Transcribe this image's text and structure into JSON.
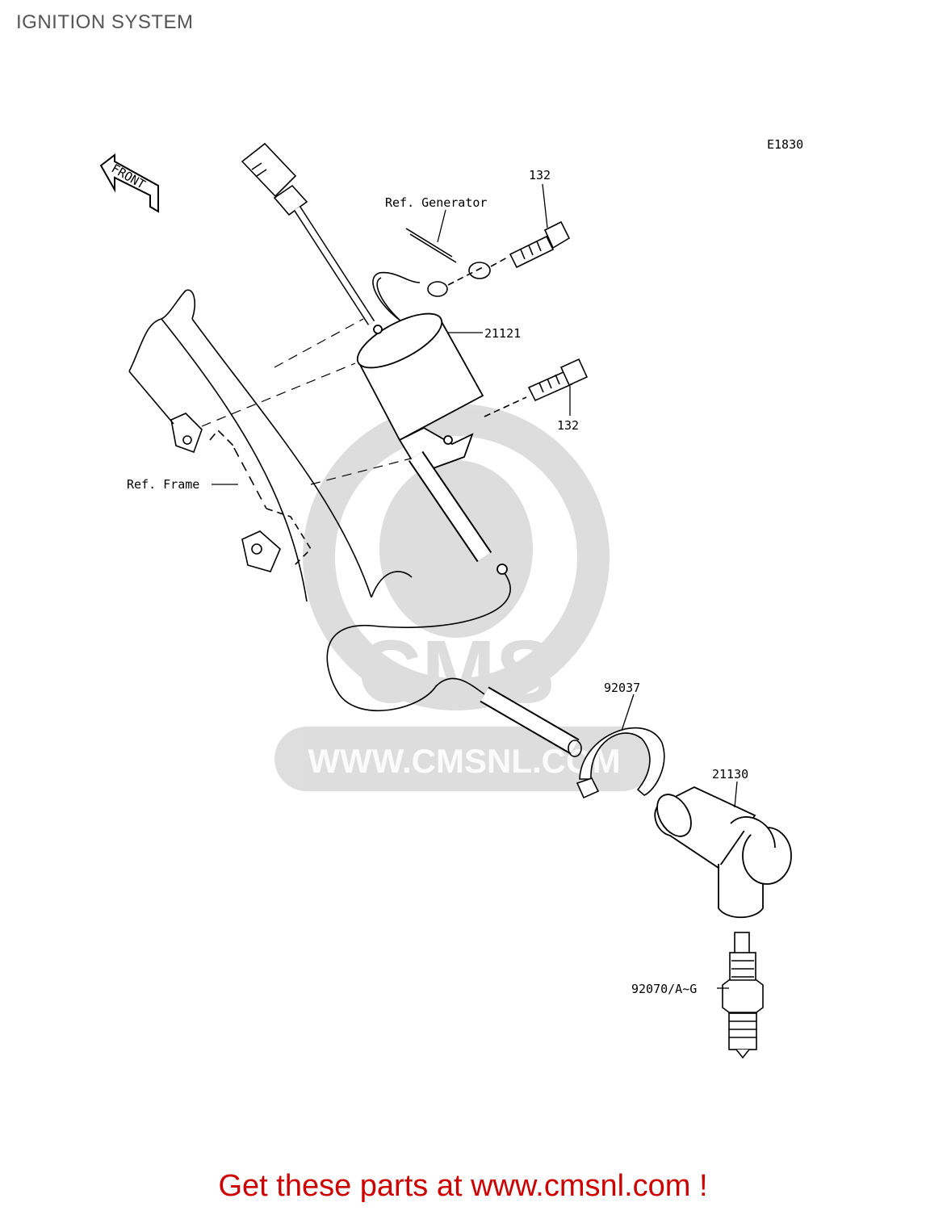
{
  "title": "IGNITION SYSTEM",
  "diagram_code": "E1830",
  "front_marker": "FRONT",
  "watermark": {
    "brand": "CMS",
    "url": "WWW.CMSNL.COM"
  },
  "callouts": {
    "bolt_top": "132",
    "ref_generator": "Ref. Generator",
    "coil": "21121",
    "bolt_lower": "132",
    "ref_frame": "Ref. Frame",
    "clamp": "92037",
    "plug_cap": "21130",
    "spark_plug": "92070/A~G"
  },
  "footer_text": "Get these parts at www.cmsnl.com !"
}
